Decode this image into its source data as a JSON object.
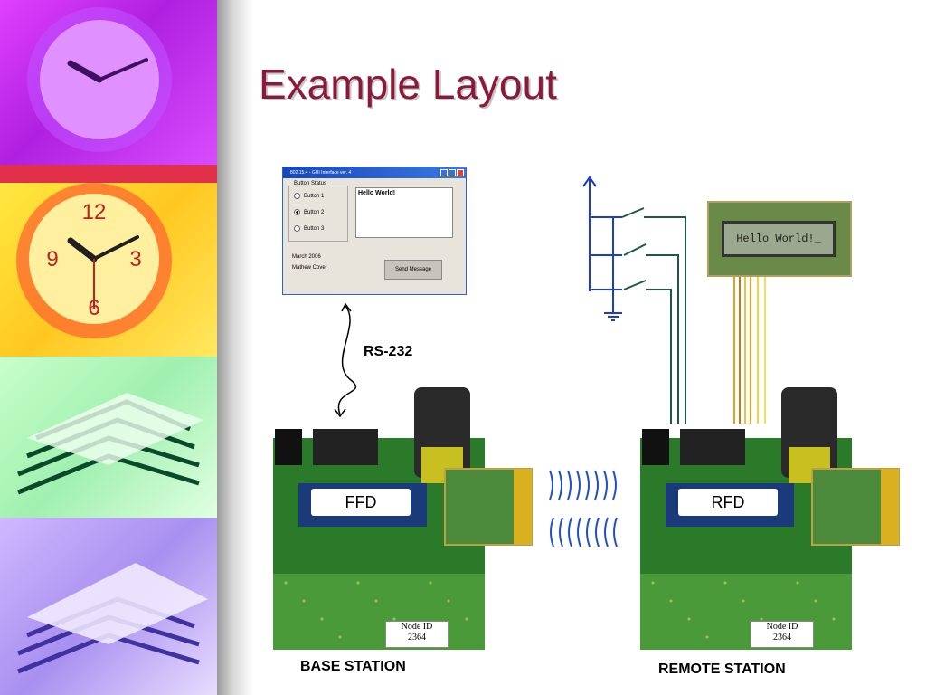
{
  "slide": {
    "title": "Example Layout"
  },
  "gui_window": {
    "title": "802.15.4 - GUI Interface ver. 4",
    "group_label": "Button Status",
    "radios": [
      {
        "label": "Button 1",
        "selected": false
      },
      {
        "label": "Button 2",
        "selected": true
      },
      {
        "label": "Button 3",
        "selected": false
      }
    ],
    "message_text": "Hello World!",
    "date": "March 2006",
    "author": "Mathew Cover",
    "send_button": "Send Message"
  },
  "link_label": "RS-232",
  "lcd_text": "Hello World!_",
  "base_station": {
    "chip": "FFD",
    "node_id_label": "Node ID",
    "node_id": "2364",
    "caption": "BASE STATION"
  },
  "remote_station": {
    "chip": "RFD",
    "node_id_label": "Node ID",
    "node_id": "2364",
    "caption": "REMOTE STATION"
  },
  "colors": {
    "title": "#8b1a3a",
    "switch_wires": "#1a5a4a",
    "switch_source": "#1a3adb",
    "lcd_wires": "#e8a020",
    "radio_waves": "#2050c0"
  }
}
